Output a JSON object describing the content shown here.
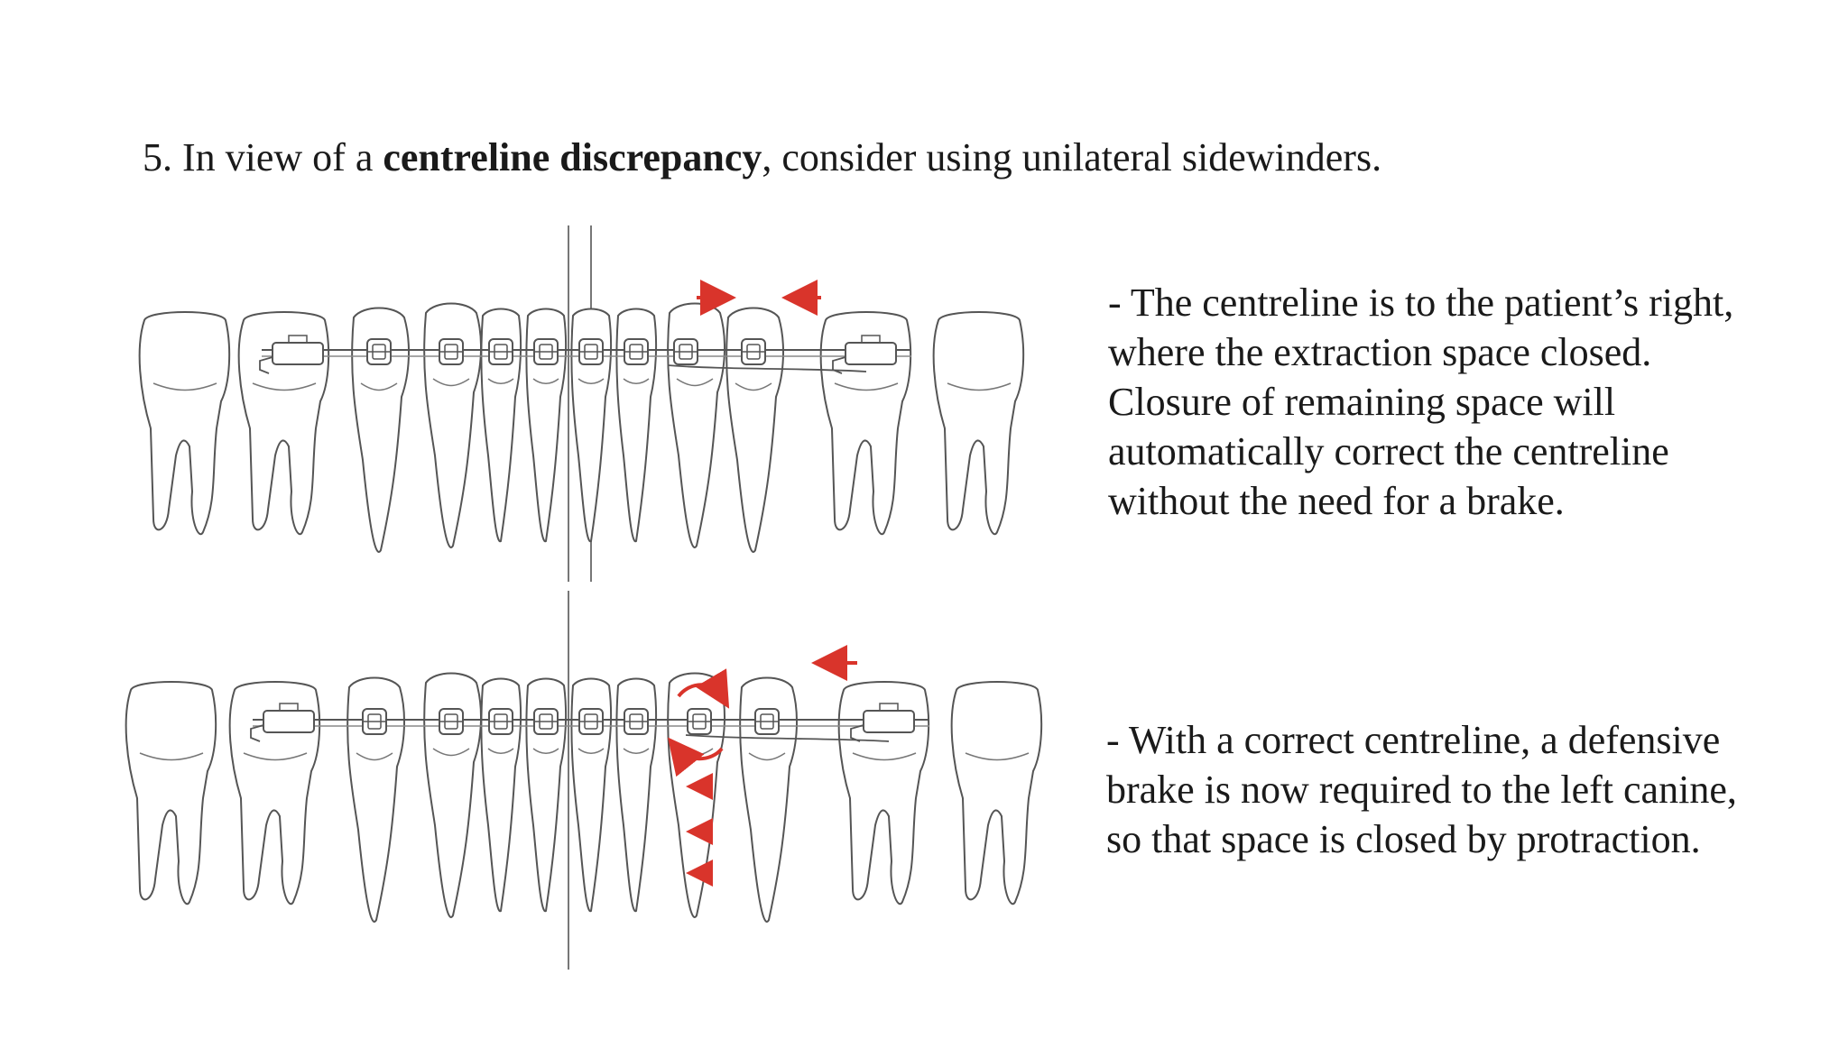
{
  "slide": {
    "heading": {
      "prefix": "5. In view of a ",
      "bold": "centreline discrepancy",
      "suffix": ", consider using unilateral sidewinders."
    },
    "note_top": {
      "lines": [
        "- The centreline is to the patient’s right,",
        "where the extraction space closed.",
        "Closure of remaining space will",
        "automatically correct the centreline",
        "without the need for a brake."
      ]
    },
    "note_bottom": {
      "lines": [
        "- With a correct centreline, a defensive",
        "brake is now required to the left canine,",
        "so that space is closed by protraction."
      ]
    }
  },
  "colors": {
    "arrow": "#d9342b",
    "line_art": "#555555"
  }
}
